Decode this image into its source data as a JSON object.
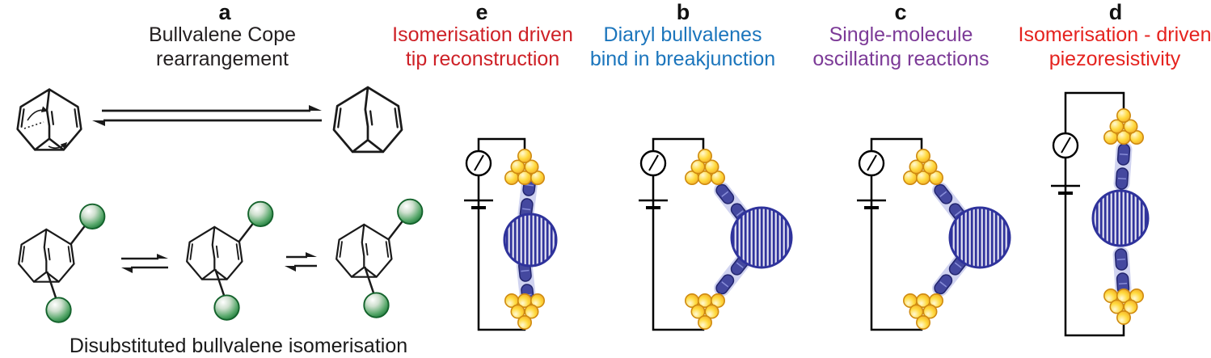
{
  "figure": {
    "panels": {
      "a": {
        "label": "a",
        "title_lines": [
          "Bullvalene Cope",
          "rearrangement"
        ],
        "title_color": "#231f20",
        "caption": "Disubstituted  bullvalene isomerisation"
      },
      "e": {
        "label": "e",
        "title_lines": [
          "Isomerisation driven",
          "tip reconstruction"
        ],
        "title_color": "#ce2127"
      },
      "b": {
        "label": "b",
        "title_lines": [
          "Diaryl  bullvalenes",
          "bind in breakjunction"
        ],
        "title_color": "#1b75bc"
      },
      "c": {
        "label": "c",
        "title_lines": [
          "Single-molecule",
          "oscillating reactions"
        ],
        "title_color": "#7c3a97"
      },
      "d": {
        "label": "d",
        "title_lines": [
          "Isomerisation - driven",
          "piezoresistivity"
        ],
        "title_color": "#e5231f"
      }
    },
    "colors": {
      "gold_nanoparticle": "#ffd93b",
      "gold_outline": "#cf8a10",
      "molecule_blue": "#44489f",
      "core_hatch_blue": "#2e329b",
      "substituent_green": "#2f9e49",
      "bond_black": "#1a1a1a",
      "wire_black": "#000000"
    },
    "icons": [
      "current-source-icon",
      "battery-icon",
      "gold-electrode-cluster-icon",
      "bullvalene-core-icon",
      "equilibrium-arrows-icon",
      "curved-cope-arrow-icon"
    ]
  }
}
